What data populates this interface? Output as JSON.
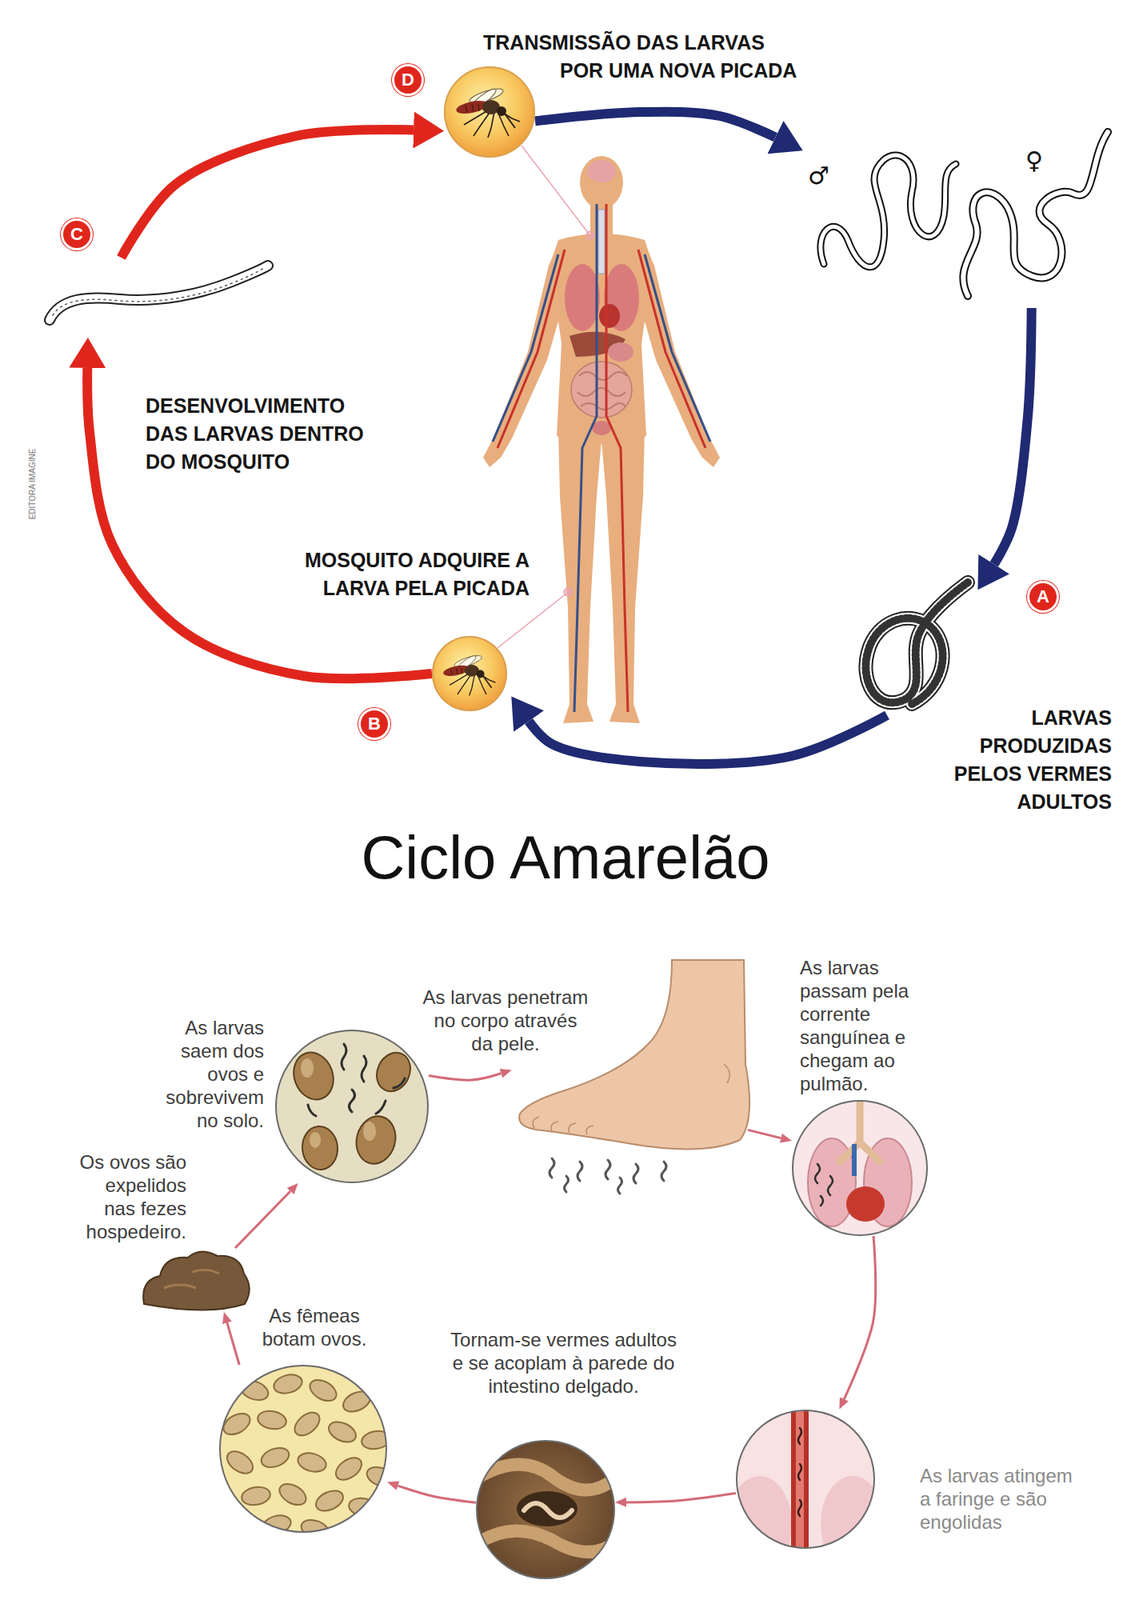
{
  "diagram": {
    "title": "Ciclo Amarelão",
    "nodes": [
      {
        "text": [
          "D",
          "TRANSMISSÃO DAS LARVAS POR UMA NOVA PICADA"
        ]
      },
      {
        "text": [
          "♂",
          "♀"
        ]
      },
      {
        "text": [
          "A",
          "LARVAS PRODUZIDAS PELOS VERMES ADULTOS"
        ]
      },
      {
        "text": [
          "B",
          "MOSQUITO ADQUIRE A LARVA PELA PICADA"
        ]
      },
      {
        "text": [
          "C",
          "DESENVOLVIMENTO DAS LARVAS DENTRO DO MOSQUITO"
        ]
      },
      {
        "text": [
          "As larvas saem dos ovos e sobrevivem no solo."
        ]
      },
      {
        "text": [
          "As larvas penetram no corpo através da pele."
        ]
      },
      {
        "text": [
          "As larvas passam pela corrente sanguínea e chegam ao pulmão."
        ]
      },
      {
        "text": [
          "As larvas atingem a faringe e são engolidas"
        ]
      },
      {
        "text": [
          "Tornam-se vermes adultos e se acoplam à parede do intestino delgado."
        ]
      },
      {
        "text": [
          "As fêmeas botam ovos."
        ]
      },
      {
        "text": [
          "Os ovos são expelidos nas fezes hospedeiro."
        ]
      }
    ],
    "edges": [
      {
        "from": 0,
        "to": 1,
        "arrow": "to"
      },
      {
        "from": 1,
        "to": 2,
        "arrow": "to"
      },
      {
        "from": 2,
        "to": 3,
        "arrow": "to"
      },
      {
        "from": 3,
        "to": 4,
        "arrow": "to"
      },
      {
        "from": 4,
        "to": 0,
        "arrow": "to"
      },
      {
        "from": 5,
        "to": 6,
        "arrow": "to"
      },
      {
        "from": 6,
        "to": 7,
        "arrow": "to"
      },
      {
        "from": 7,
        "to": 8,
        "arrow": "to"
      },
      {
        "from": 8,
        "to": 9,
        "arrow": "to"
      },
      {
        "from": 9,
        "to": 10,
        "arrow": "to"
      },
      {
        "from": 10,
        "to": 11,
        "arrow": "to"
      },
      {
        "from": 11,
        "to": 5,
        "arrow": "to"
      }
    ],
    "labels": [
      "EDITORA IMAGINE"
    ]
  }
}
